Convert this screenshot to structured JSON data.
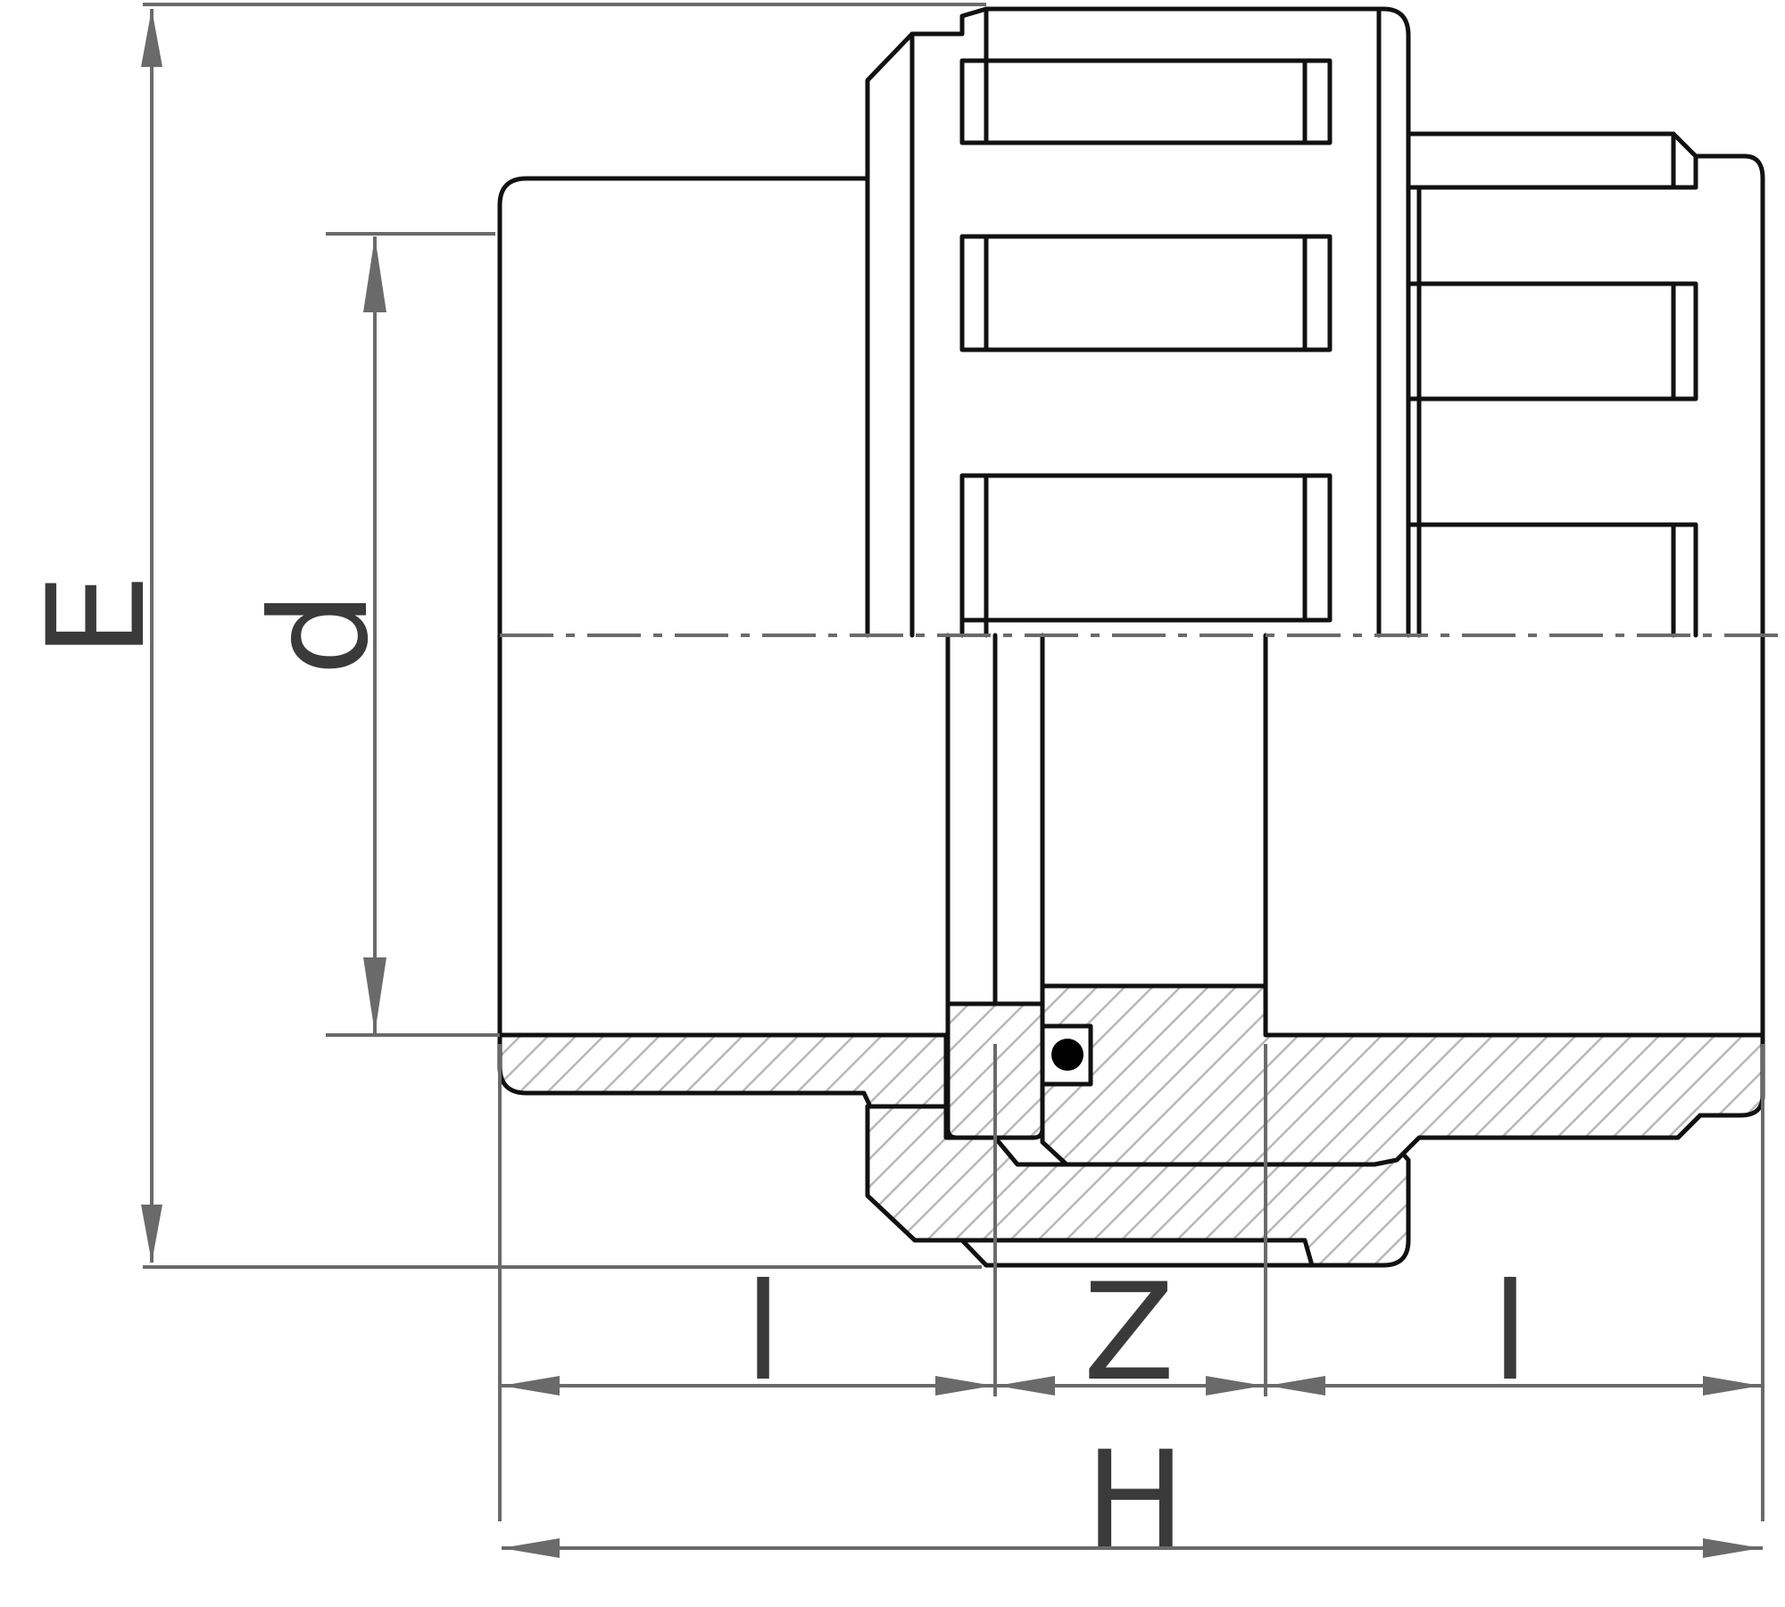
{
  "labels": {
    "E": "E",
    "d": "d",
    "l_left": "l",
    "Z": "Z",
    "l_right": "l",
    "H": "H"
  },
  "colors": {
    "outline": "#111111",
    "dimension": "#6a6a6a",
    "hatch": "#b8b8b8",
    "text": "#3a3a3a"
  }
}
